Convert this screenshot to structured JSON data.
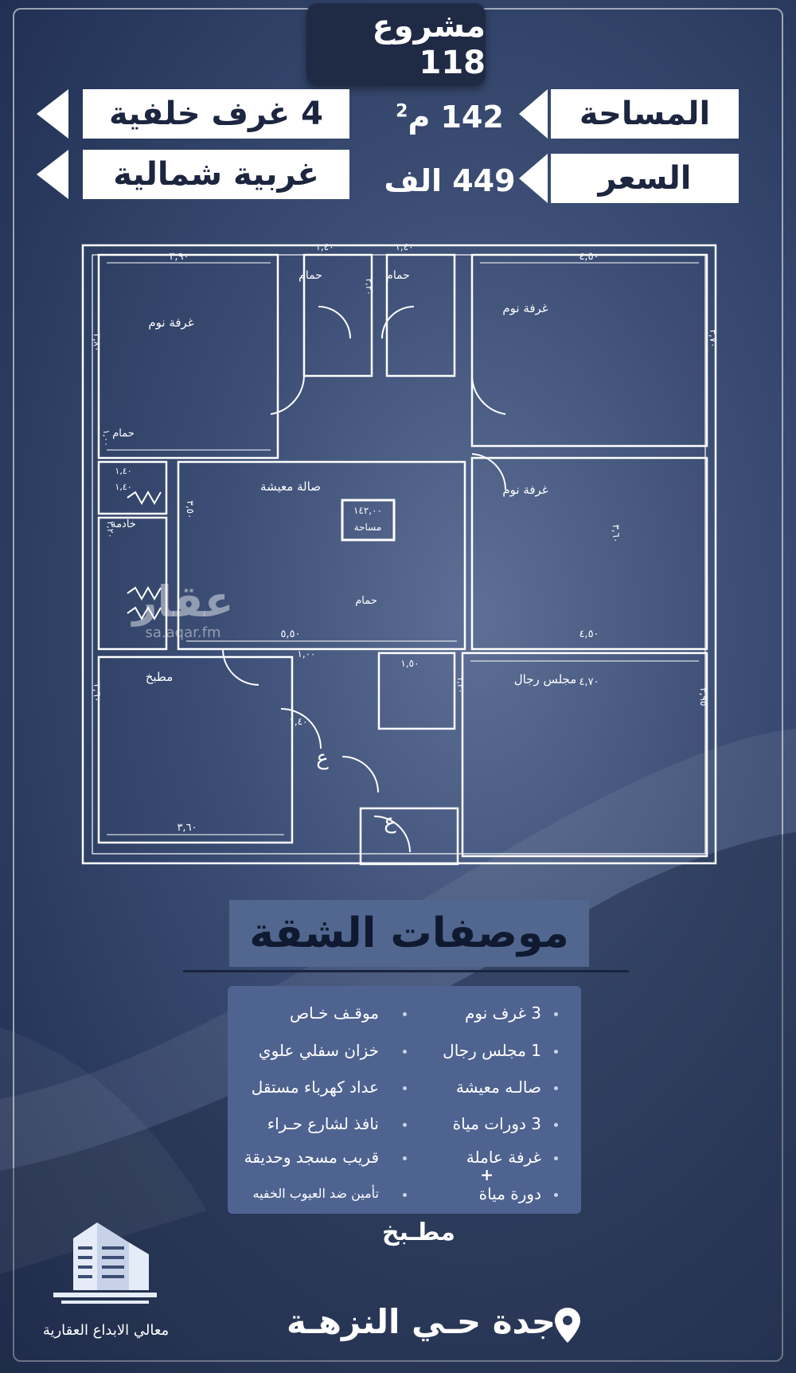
{
  "header": {
    "title": "مشروع 118"
  },
  "tags": {
    "rooms": "4 غرف خلفية",
    "orientation": "غربية شمالية",
    "area_label": "المساحة",
    "price_label": "السعر"
  },
  "values": {
    "area": "142 م",
    "area_power": "2",
    "price": "449 الف"
  },
  "floorplan": {
    "rooms": [
      {
        "label": "غرفة نوم"
      },
      {
        "label": "حمام"
      },
      {
        "label": "حمام"
      },
      {
        "label": "غرفة نوم"
      },
      {
        "label": "حمام"
      },
      {
        "label": "خادمة"
      },
      {
        "label": "صالة معيشة"
      },
      {
        "label": "غرفة نوم"
      },
      {
        "label": "مطبخ"
      },
      {
        "label": "حمام"
      },
      {
        "label": "مجلس رجال"
      }
    ],
    "dimensions": [
      "٣,٩٠",
      "١,٤٠",
      "١,٤٠",
      "٤,٥٠",
      "٣,٨٠",
      "٢,٢٠",
      "٣,٧٠",
      "١,٤٠",
      "١,٤٠",
      "٣,٥٠",
      "٣,٦٠",
      "٥,٥٠",
      "٤,٥٠",
      "١,٠٠",
      "١,٥٠",
      "٤,٧٠",
      "١,٤٠",
      "٣,٦٠",
      "٣,٦٠",
      "٣,٩٥",
      "٢,٢٠",
      "١,٣٠",
      "١,٠٠"
    ],
    "area_box_value": "١٤٢,٠٠",
    "area_box_label": "مساحة",
    "door_label": "ع"
  },
  "watermark": {
    "name": "عقار",
    "site": "sa.aqar.fm"
  },
  "specs": {
    "title": "موصفات الشقة",
    "right_items": [
      "3 غرف نوم",
      "1 مجلس رجال",
      "صالـه معيشة",
      "3 دورات مياة",
      "غرفة عاملة",
      "+",
      "دورة مياة"
    ],
    "left_items": [
      "موقـف خـاص",
      "خزان سفلي علوي",
      "عداد كهرباء مستقل",
      "نافذ لشارع حـراء",
      "قريب مسجد وحديقة",
      "تأمين ضد العيوب الخفيه"
    ],
    "extra": "مطـبخ"
  },
  "company": {
    "name": "معالي الابداع العقارية"
  },
  "location": {
    "text": "جدة حـي النزهـة"
  },
  "colors": {
    "background": "#3b4d74",
    "title_box": "#1f2a45",
    "spec_box": "#4f6391",
    "tag_bg": "#ffffff",
    "tag_text": "#1c2640"
  },
  "icons": [
    "location-pin-icon",
    "building-logo-icon",
    "door-swing-icon"
  ]
}
